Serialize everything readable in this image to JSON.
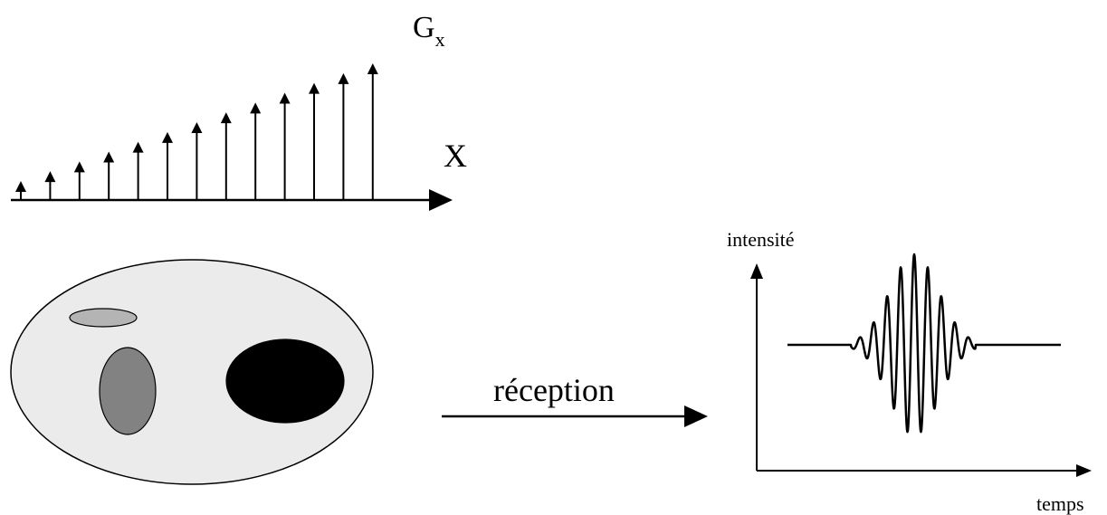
{
  "gradient": {
    "label_main": "G",
    "label_sub": "x",
    "axis_label": "X",
    "arrow_count": 13
  },
  "reception": {
    "label": "réception"
  },
  "signal": {
    "y_label": "intensité",
    "x_label": "temps"
  },
  "colors": {
    "stroke": "#000000",
    "body_fill": "#ebebeb",
    "small_ellipse_fill": "#b4b4b4",
    "medium_ellipse_fill": "#828282",
    "dark_ellipse_fill": "#000000"
  }
}
